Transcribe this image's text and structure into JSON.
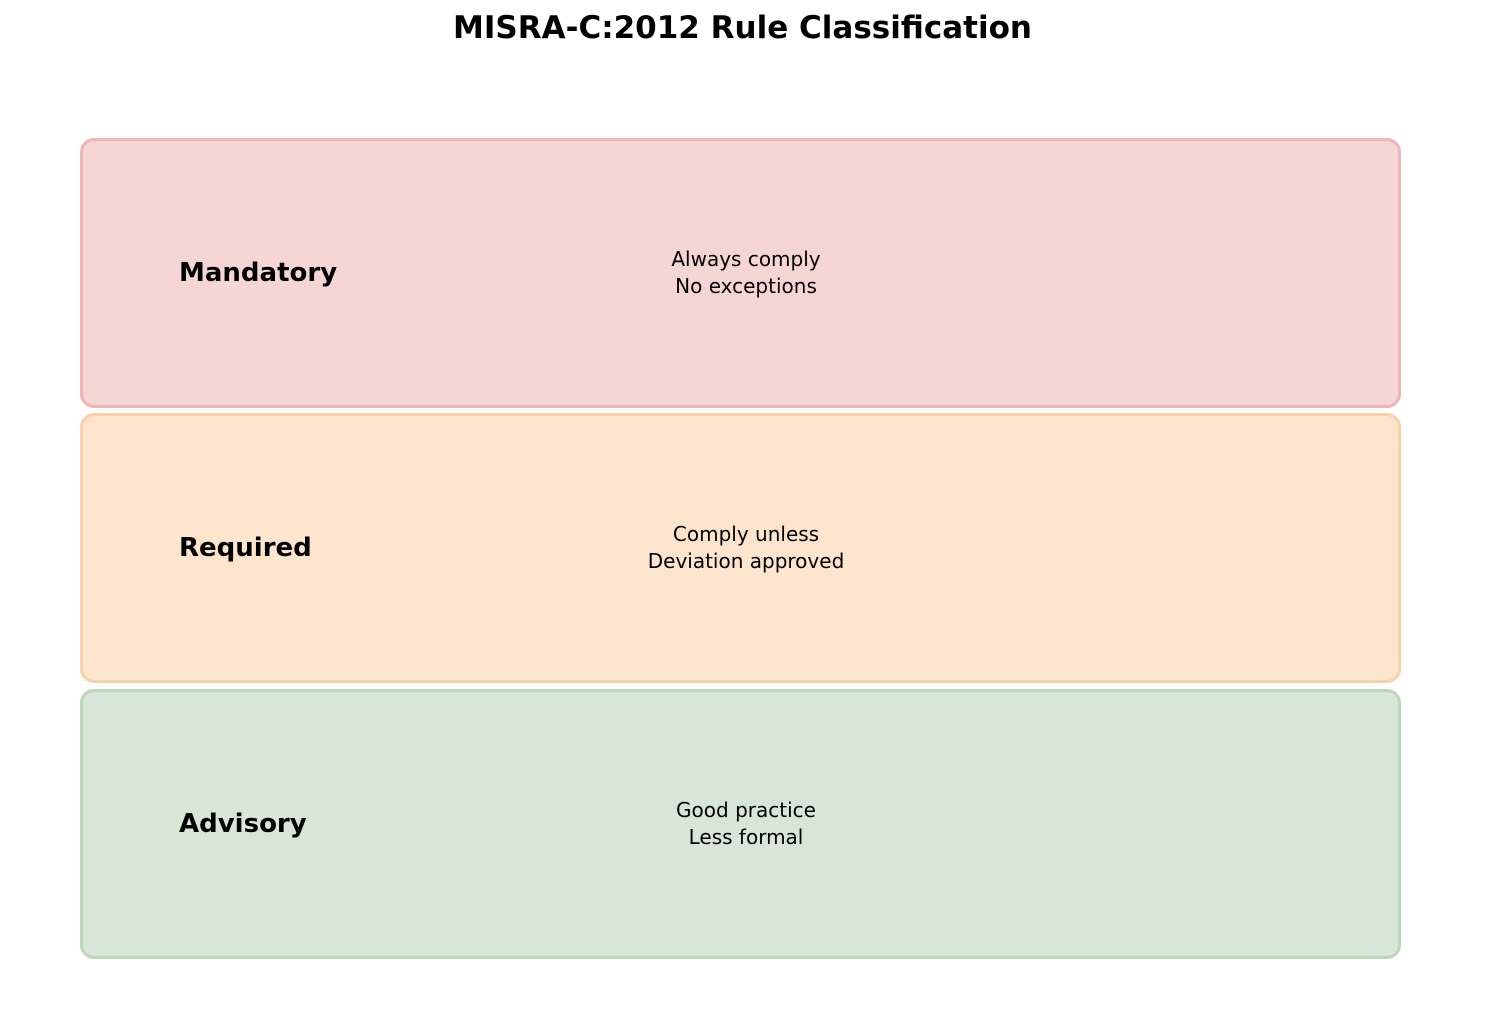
{
  "title": "MISRA-C:2012 Rule Classification",
  "categories": [
    {
      "label": "Mandatory",
      "line1": "Always comply",
      "line2": "No exceptions",
      "fill": "#f5d6d5",
      "border": "#efb5b5"
    },
    {
      "label": "Required",
      "line1": "Comply unless",
      "line2": "Deviation approved",
      "fill": "#fce4cd",
      "border": "#f9d1a8"
    },
    {
      "label": "Advisory",
      "line1": "Good practice",
      "line2": "Less formal",
      "fill": "#d8e6d8",
      "border": "#bcd6b8"
    }
  ]
}
